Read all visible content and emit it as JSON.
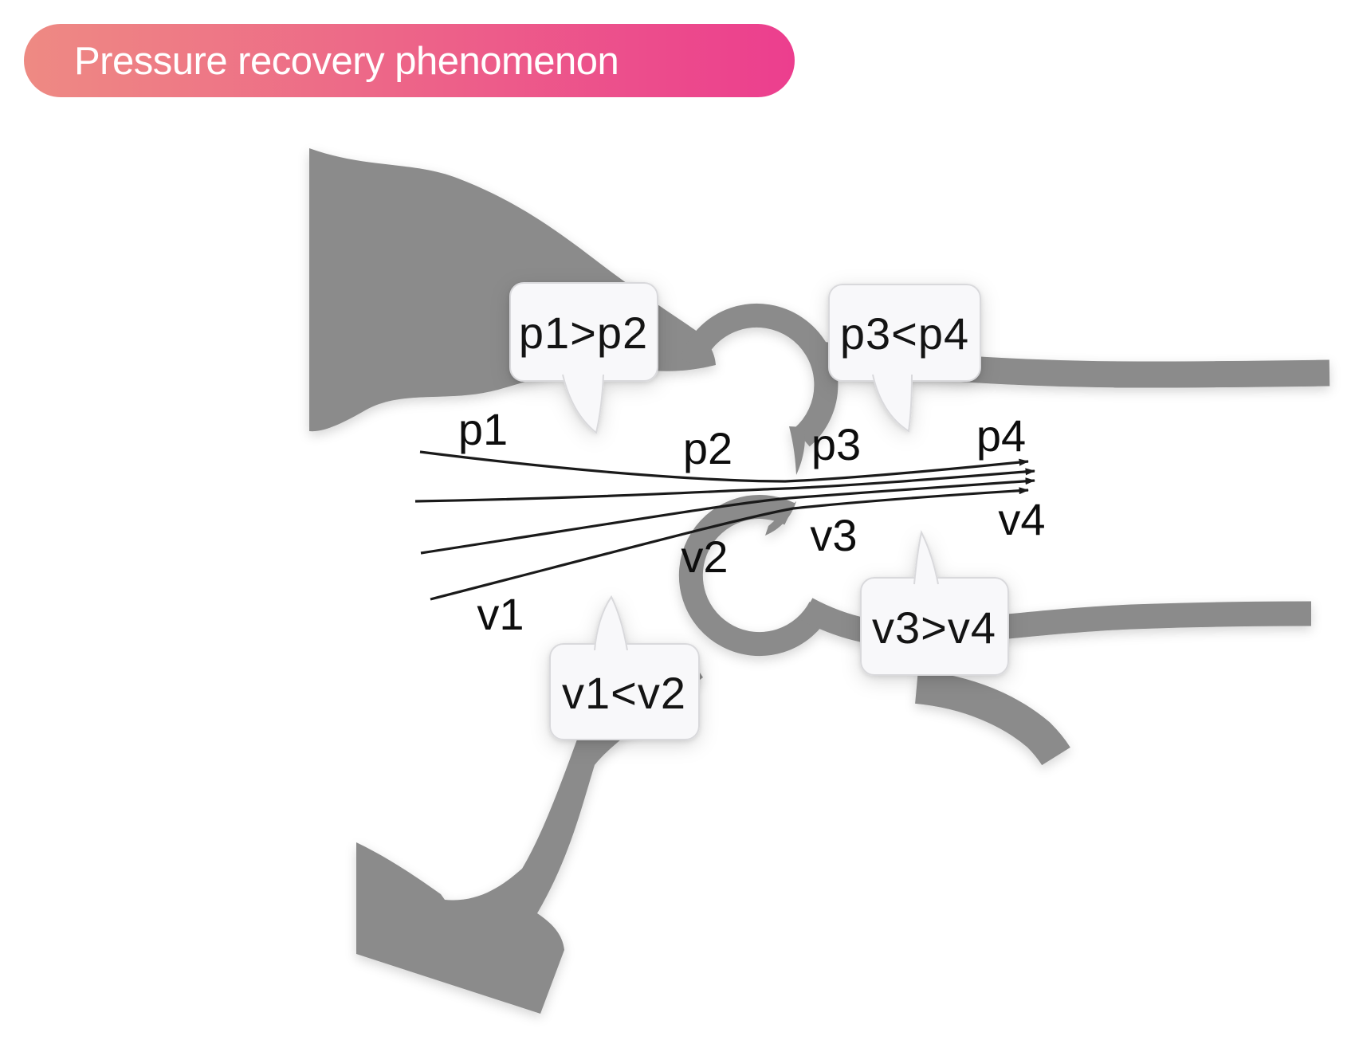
{
  "title": {
    "text": "Pressure recovery phenomenon",
    "gradient_start": "#EE8A83",
    "gradient_end": "#EC3E8E",
    "text_color": "#FFFFFF"
  },
  "diagram": {
    "vessel_color": "#8B8B8B",
    "flow_line_color": "#1A1A1A",
    "callout_fill": "#F8F8FA",
    "callout_border": "#D9D9DC",
    "labels": {
      "p1": "p1",
      "p2": "p2",
      "p3": "p3",
      "p4": "p4",
      "v1": "v1",
      "v2": "v2",
      "v3": "v3",
      "v4": "v4"
    },
    "callouts": {
      "pressure_drop": "p1>p2",
      "pressure_recovery": "p3<p4",
      "velocity_rise": "v1<v2",
      "velocity_fall": "v3>v4"
    },
    "icons": {
      "flow_arrowhead": "triangle-right-arrow"
    }
  }
}
